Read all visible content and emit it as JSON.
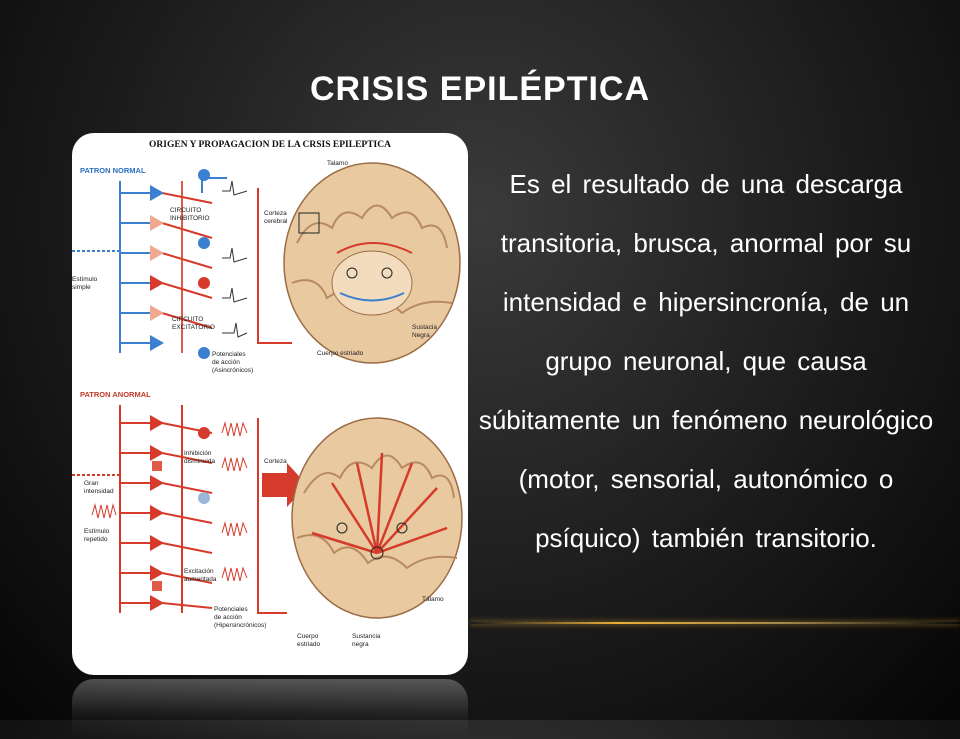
{
  "slide": {
    "title": "CRISIS EPILÉPTICA",
    "body": "Es el resultado de una descarga transitoria, brusca, anormal por su intensidad e hipersincronía, de un grupo neuronal, que causa súbitamente un fenómeno neurológico (motor, sensorial, autonómico o psíquico) también transitorio."
  },
  "figure": {
    "title": "ORIGEN Y PROPAGACION DE LA CRSIS EPILEPTICA",
    "normal": {
      "header": "PATRON NORMAL",
      "labels": {
        "talamo": "Talamo",
        "circuito_inhibitorio_1": "CIRCUITO",
        "circuito_inhibitorio_2": "INHIBITORIO",
        "corteza_1": "Corteza",
        "corteza_2": "cerebral",
        "estimulo_1": "Estímulo",
        "estimulo_2": "simple",
        "circuito_excitatorio_1": "CIRCUITO",
        "circuito_excitatorio_2": "EXCITATORIO",
        "sustancia_1": "Sustacia",
        "sustancia_2": "Negra",
        "cuerpo_estriado": "Cuerpo estriado",
        "potenciales_1": "Potenciales",
        "potenciales_2": "de acción",
        "potenciales_3": "(Asincrónicos)"
      }
    },
    "abnormal": {
      "header": "PATRON ANORMAL",
      "labels": {
        "inhibicion_1": "Inhibición",
        "inhibicion_2": "disminuida",
        "corteza": "Corteza",
        "gran_1": "Gran",
        "gran_2": "intensidad",
        "estimulo_1": "Estímulo",
        "estimulo_2": "repetido",
        "excitacion_1": "Excitación",
        "excitacion_2": "aumentada",
        "talamo": "Tálamo",
        "cuerpo_1": "Cuerpo",
        "cuerpo_2": "estriado",
        "sustancia_1": "Sustancia",
        "sustancia_2": "negra",
        "potenciales_1": "Potenciales",
        "potenciales_2": "de acción",
        "potenciales_3": "(Hipersincrónicos)"
      }
    }
  },
  "colors": {
    "background": "#1c1c1c",
    "text": "#ffffff",
    "accent_glow": "#ffbe3c",
    "neuron_red": "#d63a2a",
    "neuron_blue": "#3a7fd0",
    "neuron_pink": "#f0a890",
    "brain_tissue": "#e8c9a0"
  }
}
